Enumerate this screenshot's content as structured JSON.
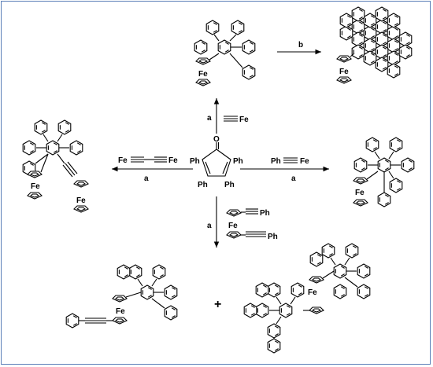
{
  "labels": {
    "reagent_a": "a",
    "reagent_b": "b",
    "plus": "+",
    "fe": "Fe",
    "ph": "Ph",
    "oxygen": "O",
    "reagent_top": "Fe",
    "reagent_left": "Fe",
    "reagent_left_end": "Fe",
    "reagent_right_ph": "Ph",
    "reagent_right_fe": "Fe",
    "reagent_bottom_ph": "Ph"
  },
  "colors": {
    "frame_border": "#5b7fb8",
    "ink": "#000000"
  }
}
